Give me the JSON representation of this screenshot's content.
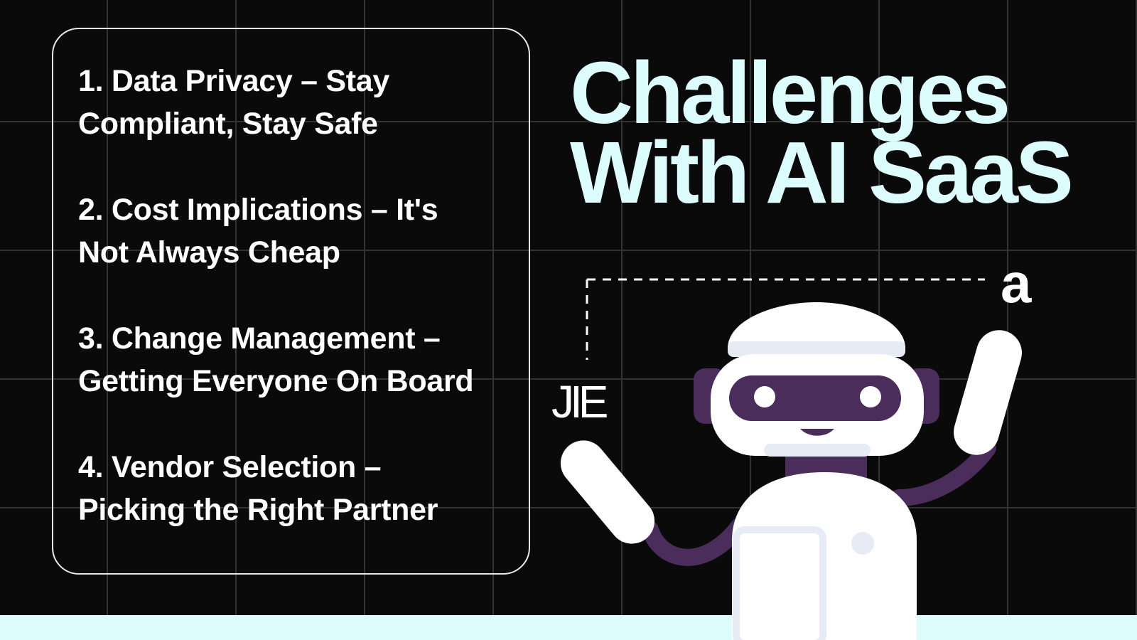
{
  "challenges": [
    {
      "line1": "1. Data Privacy – Stay",
      "line2": "Compliant, Stay Safe"
    },
    {
      "line1": "2. Cost Implications – It's",
      "line2": "Not Always Cheap"
    },
    {
      "line1": "3. Change Management –",
      "line2": "Getting Everyone On Board"
    },
    {
      "line1": "4. Vendor Selection –",
      "line2": "Picking the Right Partner"
    }
  ],
  "title": {
    "line1": "Challenges",
    "line2": "With AI SaaS"
  },
  "illustration": {
    "glyph_right": "a",
    "glyph_left": "JIE"
  },
  "colors": {
    "background": "#0a0a0a",
    "title": "#dcfcfd",
    "text": "#ffffff",
    "accent_purple": "#4b2d5c",
    "band": "#dcfcfd"
  }
}
